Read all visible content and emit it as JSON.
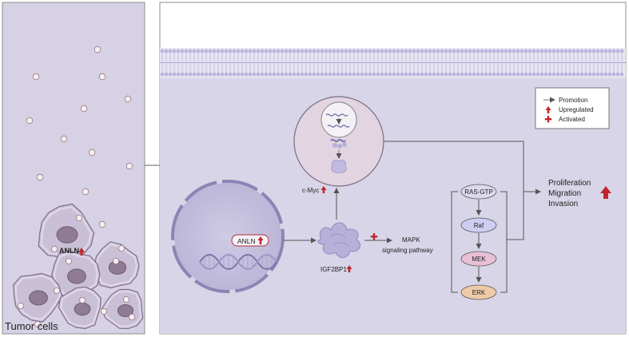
{
  "left_panel": {
    "label": "Tumor cells",
    "cell_label": "ANLN"
  },
  "legend": {
    "items": [
      {
        "label": "Promotion",
        "icon": "arrow-icon"
      },
      {
        "label": "Upregulated",
        "icon": "up-arrow-icon"
      },
      {
        "label": "Activated",
        "icon": "plus-icon"
      }
    ]
  },
  "nodes": {
    "anln": "ANLN",
    "cmyc": "c-Myc",
    "igf2bp1": "IGF2BP1",
    "mapk_line1": "MAPK",
    "mapk_line2": "signaling pathway",
    "ras": "RAS-GTP",
    "raf": "Raf",
    "mek": "MEK",
    "erk": "ERK"
  },
  "outcomes": {
    "line1": "Proliferation",
    "line2": "Migration",
    "line3": "Invasion"
  },
  "colors": {
    "left_bg": "#d6d1e5",
    "membrane": "#b9b4dc",
    "cell_fill": "#ddd9ea",
    "up_red": "#c0262b",
    "ras": "#dcd9ee",
    "raf": "#cfcdf0",
    "mek": "#e7bfd6",
    "erk": "#efcaa8"
  }
}
